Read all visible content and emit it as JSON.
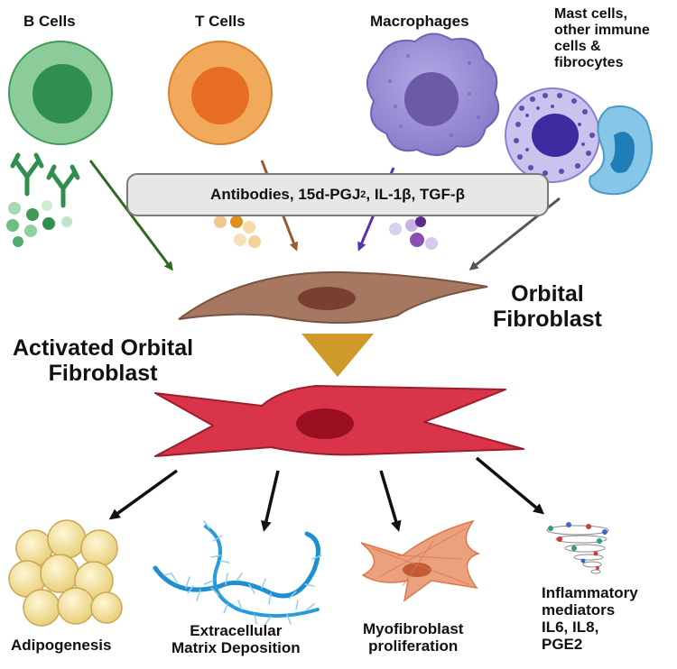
{
  "top_cells": {
    "b_cells": "B Cells",
    "t_cells": "T Cells",
    "macrophages": "Macrophages",
    "mast_cells": "Mast cells,\nother immune\ncells &\nfibrocytes"
  },
  "mediators": {
    "part1": "Antibodies, 15d-PGJ",
    "sub": "2",
    "part2": ", IL-1β, TGF-β"
  },
  "fibroblast": {
    "orbital": "Orbital\nFibroblast",
    "activated": "Activated Orbital\nFibroblast"
  },
  "outcomes": {
    "adipogenesis": "Adipogenesis",
    "ecm": "Extracellular\nMatrix Deposition",
    "myofibroblast": "Myofibroblast\nproliferation",
    "inflammatory": "Inflammatory\nmediators\nIL6, IL8,\nPGE2"
  },
  "colors": {
    "b_cell": "#7fc08f",
    "t_cell": "#eb9a4a",
    "macrophage": "#9a8fd6",
    "mast_cell": "#b3aee3",
    "fibrocyte": "#6fb8de",
    "orbital_fibroblast": "#a67862",
    "activated_fibroblast": "#d9344a",
    "triangle": "#cf9a2a",
    "adipocyte": "#f2dc8e",
    "ecm": "#3aa6d8",
    "myofibroblast": "#eba07e"
  }
}
